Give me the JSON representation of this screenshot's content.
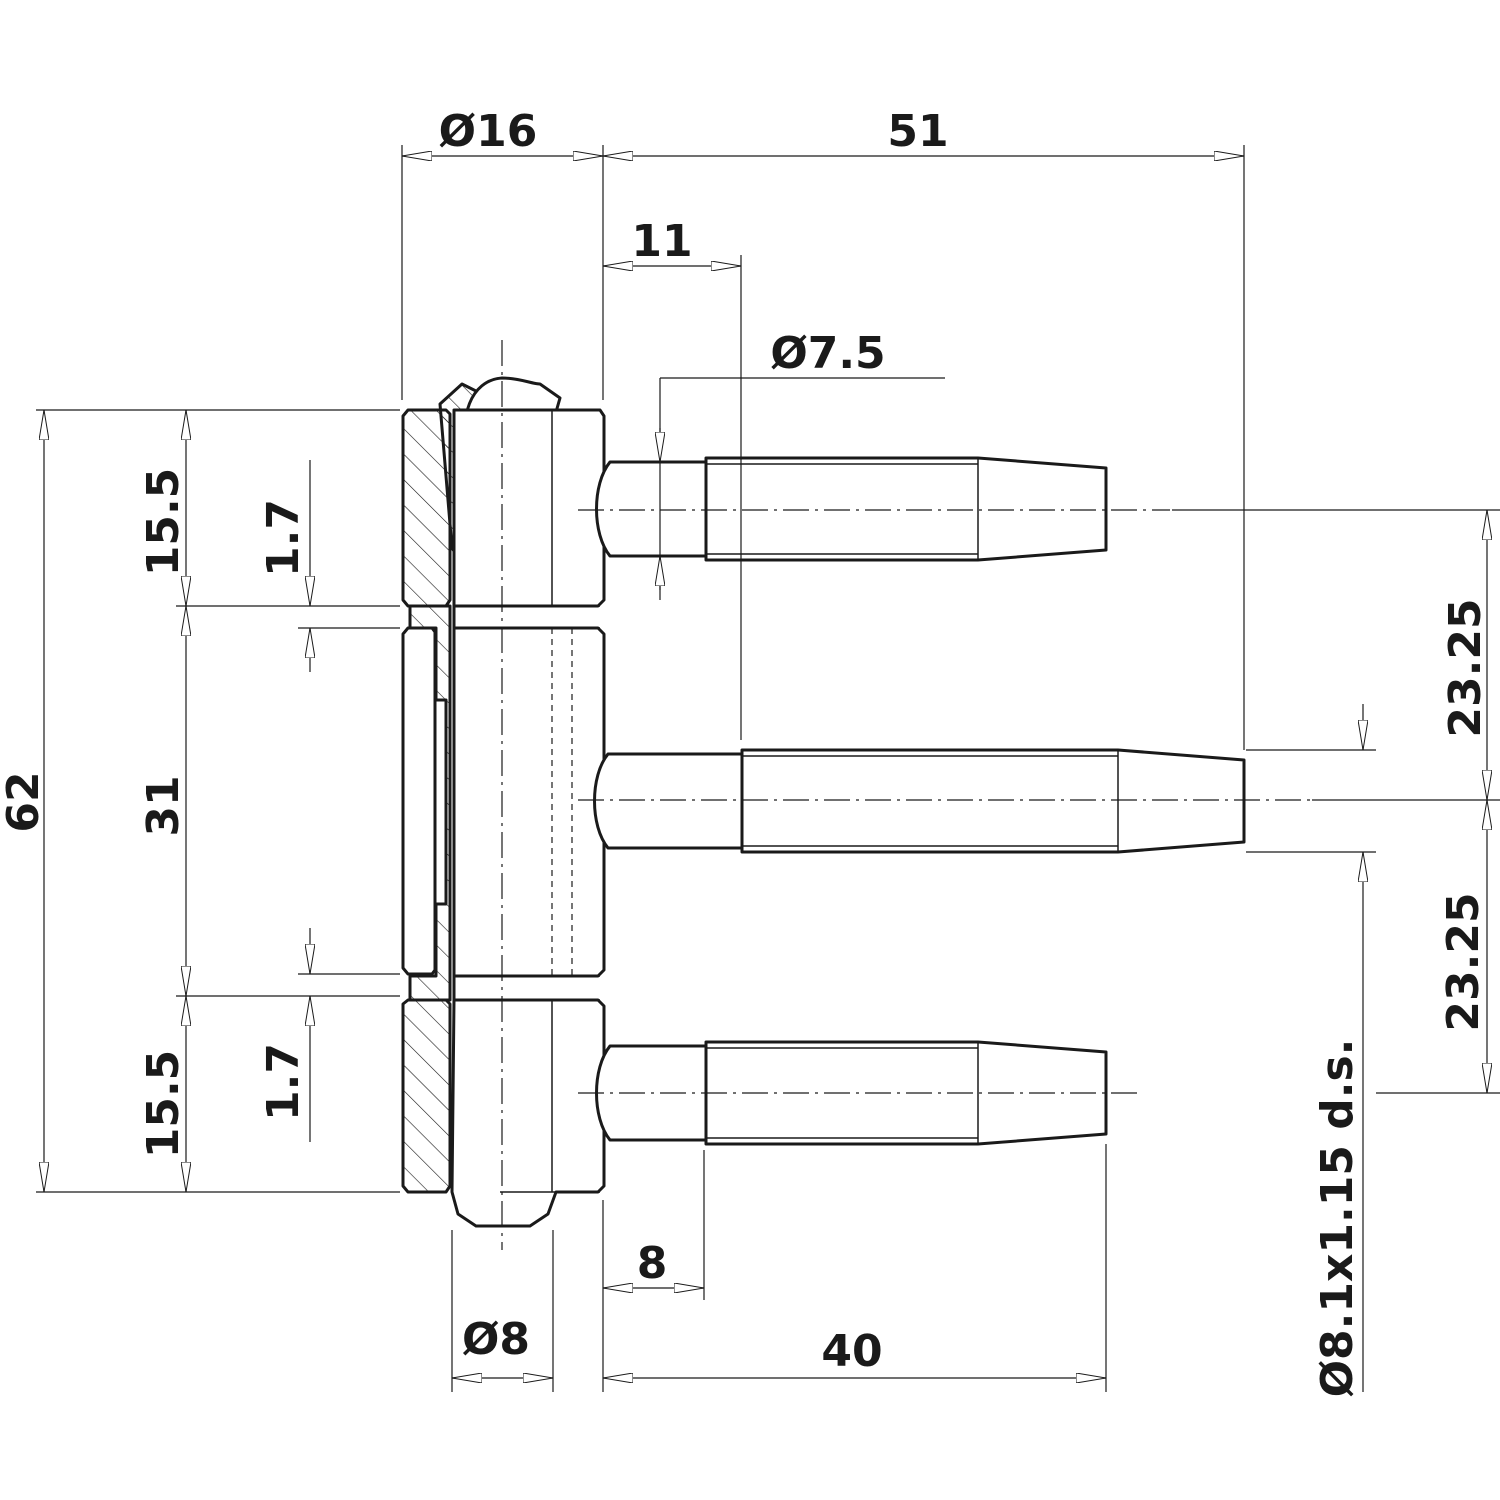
{
  "dimensions": {
    "dia16": "Ø16",
    "len51": "51",
    "len11": "11",
    "dia7_5": "Ø7.5",
    "height62": "62",
    "top15_5": "15.5",
    "top1_7": "1.7",
    "mid31": "31",
    "bot15_5": "15.5",
    "bot1_7": "1.7",
    "right23_25_top": "23.25",
    "right23_25_bot": "23.25",
    "dia8_1": "Ø8.1x1.15 d.s.",
    "len8": "8",
    "dia8": "Ø8",
    "len40": "40"
  }
}
